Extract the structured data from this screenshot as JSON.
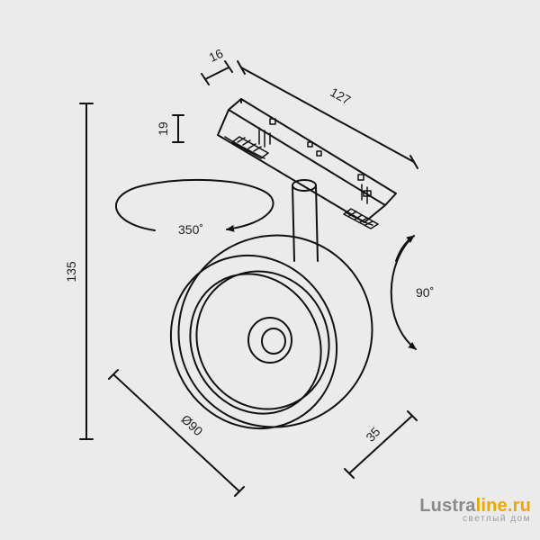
{
  "dimensions": {
    "length": "127",
    "width": "16",
    "track_height": "19",
    "total_height": "135",
    "rotation_horizontal": "350˚",
    "tilt": "90˚",
    "diameter": "Ø90",
    "depth": "35"
  },
  "brand": {
    "name_part1": "Lustra",
    "name_part2": "line.ru",
    "tagline": "светлый дом",
    "accent_color": "#f0a400"
  }
}
